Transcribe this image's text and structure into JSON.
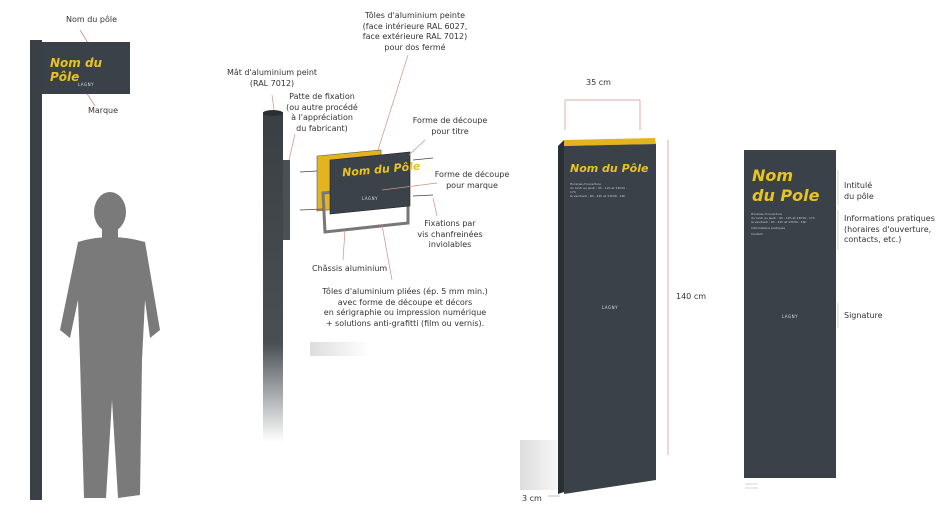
{
  "left": {
    "sign_title": "Nom du Pôle",
    "logo": "LAGNY",
    "label_name": "Nom du pôle",
    "label_brand": "Marque"
  },
  "middle": {
    "mat": [
      "Mât d'aluminium peint",
      "(RAL 7012)"
    ],
    "patte": [
      "Patte de fixation",
      "(ou autre procédé",
      "à l'appréciation",
      "du fabricant)"
    ],
    "toles_peintes": [
      "Tôles d'aluminium peinte",
      "(face intérieure RAL 6027,",
      "face extérieure RAL 7012)",
      "pour dos fermé"
    ],
    "decoupe_titre": [
      "Forme de découpe",
      "pour titre"
    ],
    "decoupe_marque": [
      "Forme de découpe",
      "pour marque"
    ],
    "fixations": [
      "Fixations par",
      "vis chanfreinées",
      "inviolables"
    ],
    "chassis": "Châssis aluminium",
    "toles_pliees": [
      "Tôles d'aluminium pliées (ép. 5 mm min.)",
      "avec forme de découpe et décors",
      "en sérigraphie ou impression numérique",
      "+ solutions anti-grafitti (film ou vernis)."
    ],
    "sign_title": "Nom du Pôle",
    "logo": "LAGNY"
  },
  "totem3d": {
    "width": "35 cm",
    "height": "140 cm",
    "depth": "3 cm",
    "title": "Nom du Pôle",
    "logo": "LAGNY"
  },
  "totem_front": {
    "title_line1": "Nom",
    "title_line2": "du Pole",
    "info_lines": [
      "Horaires d'ouverture",
      "du lundi au jeudi : 9h - 12h et 13h30 - 17h",
      "le vendredi : 9h - 12h et 13h30 - 16h",
      "Informations pratiques",
      "Contact"
    ],
    "logo": "LAGNY",
    "label_title": [
      "Intitulé",
      "du pôle"
    ],
    "label_info": [
      "Informations pratiques",
      "(horaires d'ouverture,",
      "contacts, etc.)"
    ],
    "label_signature": "Signature"
  }
}
